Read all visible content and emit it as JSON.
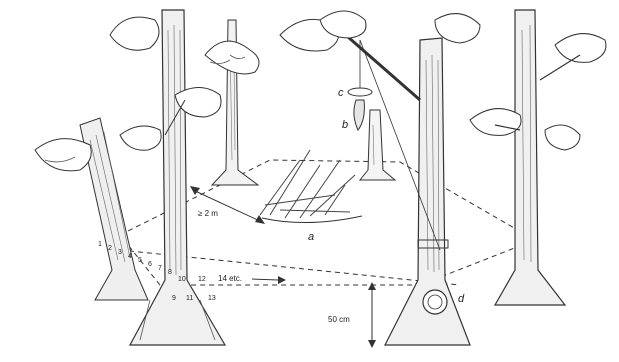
{
  "labels": {
    "c": "c",
    "b": "b",
    "a": "a",
    "d": "d",
    "min_distance": "≥ 2 m",
    "height": "50 cm",
    "tree_numbers": [
      "1",
      "2",
      "3",
      "4",
      "5",
      "6",
      "7",
      "8",
      "9",
      "10",
      "11",
      "12",
      "13"
    ],
    "etc": "14 etc."
  }
}
